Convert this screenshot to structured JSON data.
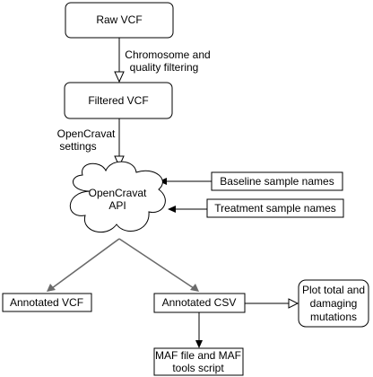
{
  "nodes": {
    "raw_vcf": "Raw VCF",
    "filtered_vcf": "Filtered VCF",
    "api": [
      "OpenCravat",
      "API"
    ],
    "baseline": "Baseline sample names",
    "treatment": "Treatment sample names",
    "annotated_vcf": "Annotated VCF",
    "annotated_csv": "Annotated CSV",
    "plot": [
      "Plot total and",
      "damaging",
      "mutations"
    ],
    "maf": [
      "MAF file and MAF",
      "tools script"
    ]
  },
  "edge_labels": {
    "filtering": [
      "Chromosome and",
      "quality filtering"
    ],
    "settings": [
      "OpenCravat",
      "settings"
    ]
  },
  "colors": {
    "stroke": "#000000",
    "split_edge": "#6b6b6b",
    "fill": "#ffffff"
  }
}
